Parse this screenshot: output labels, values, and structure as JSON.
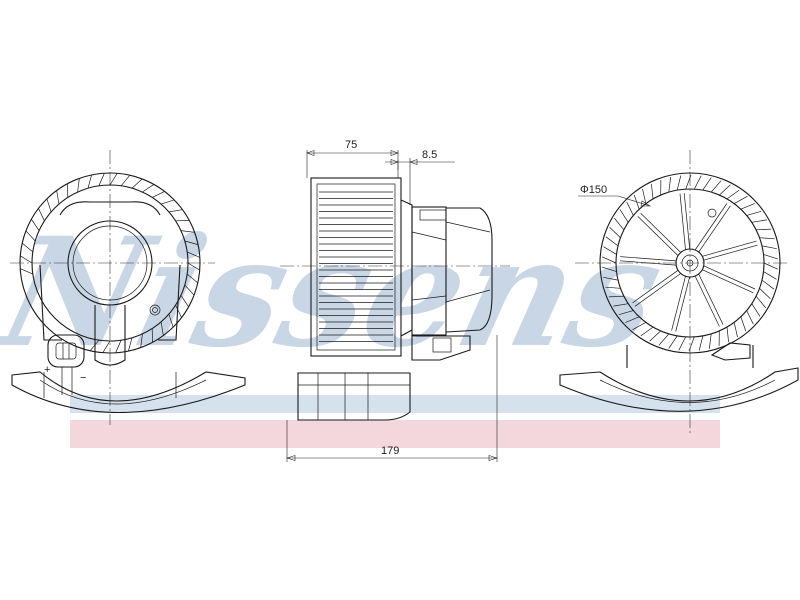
{
  "watermark": {
    "text": "Nissens",
    "colors": {
      "text": "#c9d6e6",
      "band_blue": "#d6e1ee",
      "band_red": "#f4d7dd"
    }
  },
  "views": {
    "front": {
      "name": "front view (connector side)",
      "connector": {
        "plus": "+",
        "minus": "−"
      }
    },
    "side": {
      "name": "side view"
    },
    "rear": {
      "name": "rear view (impeller side)"
    }
  },
  "dimensions": {
    "fan_width": "75",
    "offset": "8.5",
    "fan_diameter": "Φ150",
    "overall_length": "179"
  },
  "colors": {
    "line": "#1a1a1a",
    "background": "#ffffff"
  }
}
